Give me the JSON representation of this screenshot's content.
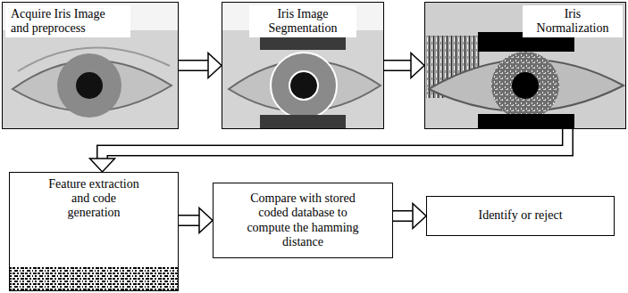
{
  "diagram": {
    "nodes": [
      {
        "text": [
          "Acquire Iris Image and preprocess"
        ]
      },
      {
        "text": [
          "Iris Image Segmentation"
        ]
      },
      {
        "text": [
          "Iris Normalization"
        ]
      },
      {
        "text": [
          "Feature extraction and code generation"
        ]
      },
      {
        "text": [
          "Compare with stored coded database to compute the hamming distance"
        ]
      },
      {
        "text": [
          "Identify or reject"
        ]
      }
    ],
    "edges": [
      {
        "from": 0,
        "to": 1,
        "arrow": "to"
      },
      {
        "from": 1,
        "to": 2,
        "arrow": "to"
      },
      {
        "from": 2,
        "to": 3,
        "arrow": "to"
      },
      {
        "from": 3,
        "to": 4,
        "arrow": "to"
      },
      {
        "from": 4,
        "to": 5,
        "arrow": "to"
      }
    ]
  }
}
